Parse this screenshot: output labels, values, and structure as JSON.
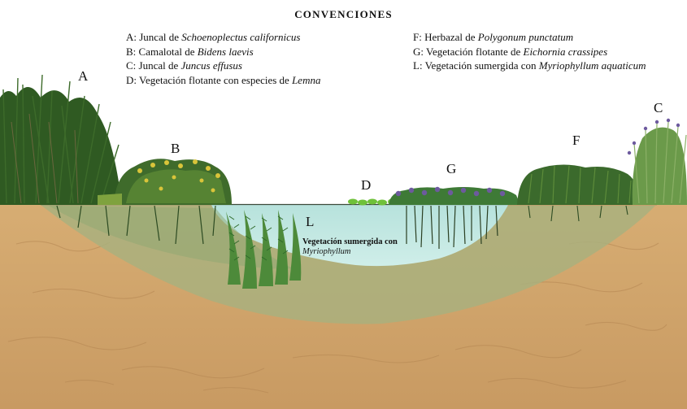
{
  "legend": {
    "title": "CONVENCIONES",
    "items_left": [
      {
        "prefix": "A: Juncal de ",
        "species": "Schoenoplectus californicus"
      },
      {
        "prefix": "B: Camalotal de ",
        "species": "Bidens laevis"
      },
      {
        "prefix": "C: Juncal de ",
        "species": "Juncus effusus"
      },
      {
        "prefix": "D: Vegetación flotante con especies de ",
        "species": "Lemna"
      }
    ],
    "items_right": [
      {
        "prefix": "F: Herbazal de ",
        "species": "Polygonum punctatum"
      },
      {
        "prefix": "G: Vegetación flotante de ",
        "species": "Eichornia crassipes"
      },
      {
        "prefix": "L: Vegetación sumergida con ",
        "species": "Myriophyllum aquaticum"
      }
    ]
  },
  "zones": {
    "A": "A",
    "B": "B",
    "C": "C",
    "D": "D",
    "F": "F",
    "G": "G",
    "L": "L"
  },
  "annotation": {
    "line1": "Vegetación sumergida con",
    "line2": "Myriophyllum"
  },
  "colors": {
    "soil": "#d9b27a",
    "soil_dark": "#b88a55",
    "water": "#bfe3de",
    "sediment": "#a7b07e",
    "vegetation_dark": "#2f5a22",
    "vegetation_light": "#6a9a3a",
    "flower_yellow": "#d9c43a",
    "flower_purple": "#6d5a9e"
  }
}
